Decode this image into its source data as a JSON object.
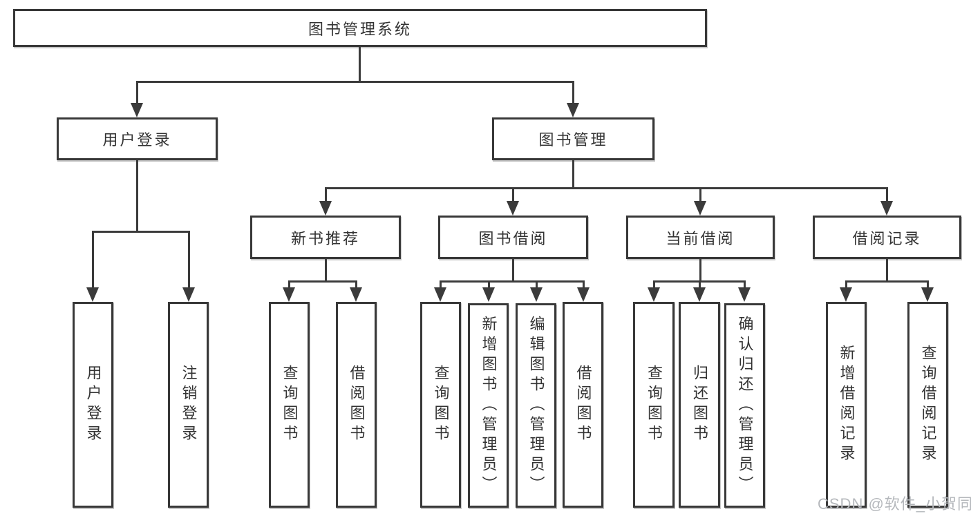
{
  "diagram": {
    "root": {
      "label": "图书管理系统"
    },
    "level2": {
      "user_login": "用户登录",
      "book_mgmt": "图书管理"
    },
    "level3": {
      "new_book": "新书推荐",
      "book_borrow": "图书借阅",
      "current_borrow": "当前借阅",
      "borrow_record": "借阅记录"
    },
    "leaves": {
      "user_login": [
        "用户登录",
        "注销登录"
      ],
      "new_book": [
        "查询图书",
        "借阅图书"
      ],
      "book_borrow": [
        "查询图书",
        "新增图书（管理员）",
        "编辑图书（管理员）",
        "借阅图书"
      ],
      "current_borrow": [
        "查询图书",
        "归还图书",
        "确认归还（管理员）"
      ],
      "borrow_record": [
        "新增借阅记录",
        "查询借阅记录"
      ]
    },
    "watermark": "CSDN @软件_小贺同学",
    "colors": {
      "line": "#3b3b3b",
      "text": "#333333",
      "watermark": "#b5b8bc",
      "background": "#ffffff"
    }
  }
}
